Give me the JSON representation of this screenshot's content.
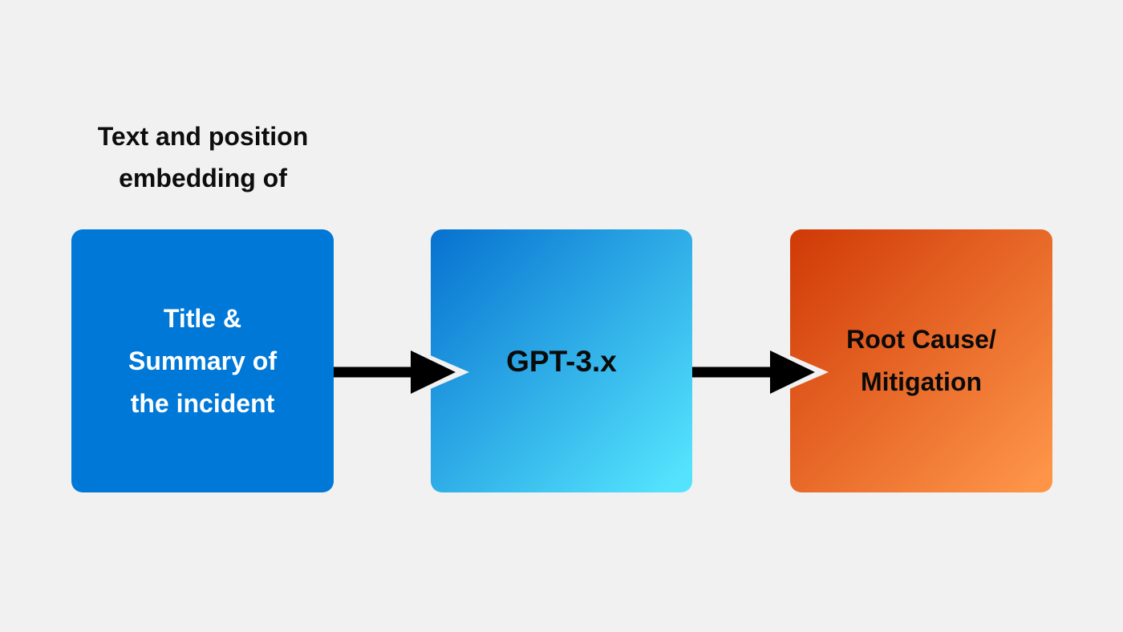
{
  "background_color": "#f1f1f1",
  "diagram": {
    "annotation": {
      "line1": "Text and position",
      "line2": "embedding of",
      "color": "#0d0d0d"
    },
    "nodes": [
      {
        "id": "input",
        "line1": "Title &",
        "line2": "Summary of",
        "line3": "the incident",
        "text_color": "#ffffff",
        "fill_start": "#0078d7",
        "fill_end": "#0078d7"
      },
      {
        "id": "model",
        "line1": "GPT-3.x",
        "text_color": "#0a0a0a",
        "fill_start": "#0671cf",
        "fill_end": "#54e3fd"
      },
      {
        "id": "output",
        "line1": "Root Cause/",
        "line2": "Mitigation",
        "text_color": "#0a0a0a",
        "fill_start": "#d03906",
        "fill_end": "#fd9448"
      }
    ],
    "arrows": [
      {
        "from": "input",
        "to": "model",
        "color": "#000000",
        "outline_color": "#f1f1f1"
      },
      {
        "from": "model",
        "to": "output",
        "color": "#000000",
        "outline_color": "#f1f1f1"
      }
    ]
  }
}
